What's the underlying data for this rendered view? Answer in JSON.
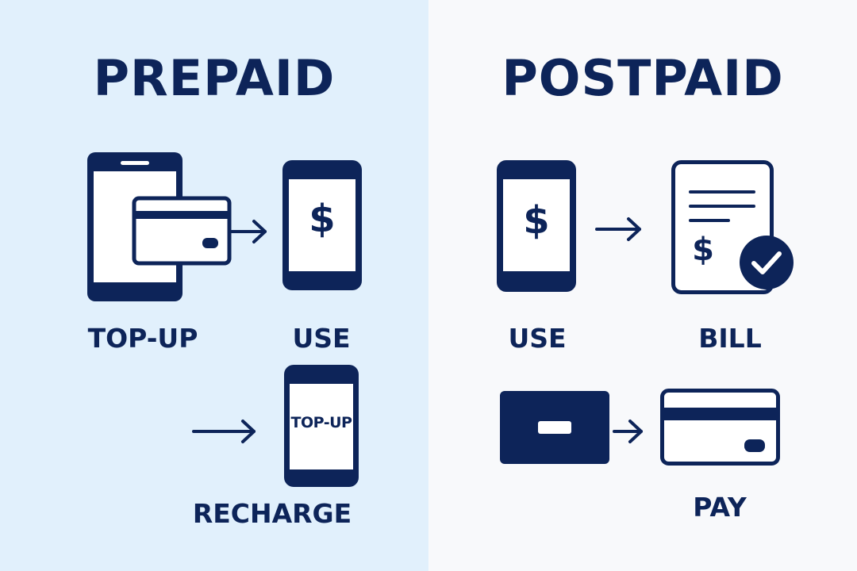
{
  "colors": {
    "navy": "#0d2459",
    "left_bg": "#e1f0fc",
    "right_bg": "#f8f9fb",
    "white": "#ffffff"
  },
  "prepaid": {
    "title": "PREPAID",
    "labels": {
      "topup": "TOP-UP",
      "use": "USE",
      "recharge": "RECHARGE"
    },
    "phone_screen_text": "TOP-UP",
    "icons": [
      "smartphone-icon",
      "credit-card-icon",
      "arrow-right-icon",
      "phone-dollar-icon",
      "phone-topup-icon"
    ]
  },
  "postpaid": {
    "title": "POSTPAID",
    "labels": {
      "use": "USE",
      "bill": "BILL",
      "pay": "PAY"
    },
    "icons": [
      "phone-dollar-icon",
      "arrow-right-icon",
      "bill-document-icon",
      "checkmark-badge-icon",
      "cash-card-icon",
      "credit-card-icon"
    ]
  }
}
